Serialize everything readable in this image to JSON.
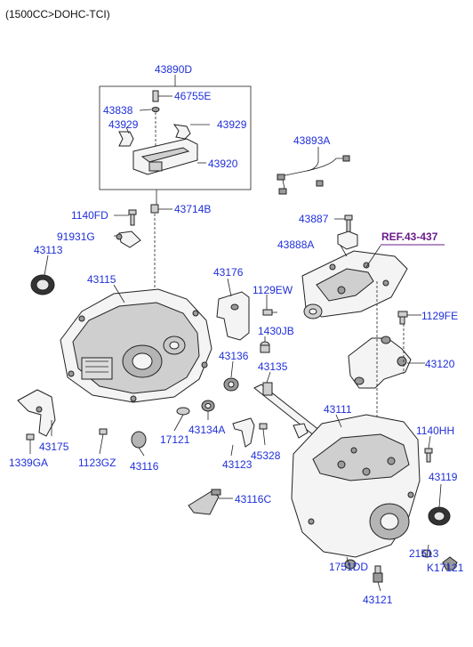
{
  "header": "(1500CC>DOHC-TCI)",
  "reference": "REF.43-437",
  "part_labels": {
    "p43890D": "43890D",
    "p46755E": "46755E",
    "p43838": "43838",
    "p43929_left": "43929",
    "p43929_right": "43929",
    "p43920": "43920",
    "p43893A": "43893A",
    "p1140FD": "1140FD",
    "p43714B": "43714B",
    "p43887": "43887",
    "p91931G": "91931G",
    "p43888A": "43888A",
    "p43113": "43113",
    "p43176": "43176",
    "p43115": "43115",
    "p1129EW": "1129EW",
    "p1129FE": "1129FE",
    "p1430JB": "1430JB",
    "p43136": "43136",
    "p43135": "43135",
    "p43120": "43120",
    "p43111": "43111",
    "p17121": "17121",
    "p43134A": "43134A",
    "p1140HH": "1140HH",
    "p43175": "43175",
    "p1339GA": "1339GA",
    "p1123GZ": "1123GZ",
    "p43116": "43116",
    "p43123": "43123",
    "p45328": "45328",
    "p43119": "43119",
    "p43116C": "43116C",
    "p21513": "21513",
    "p1751DD": "1751DD",
    "pK17121": "K17121",
    "p43121": "43121"
  }
}
